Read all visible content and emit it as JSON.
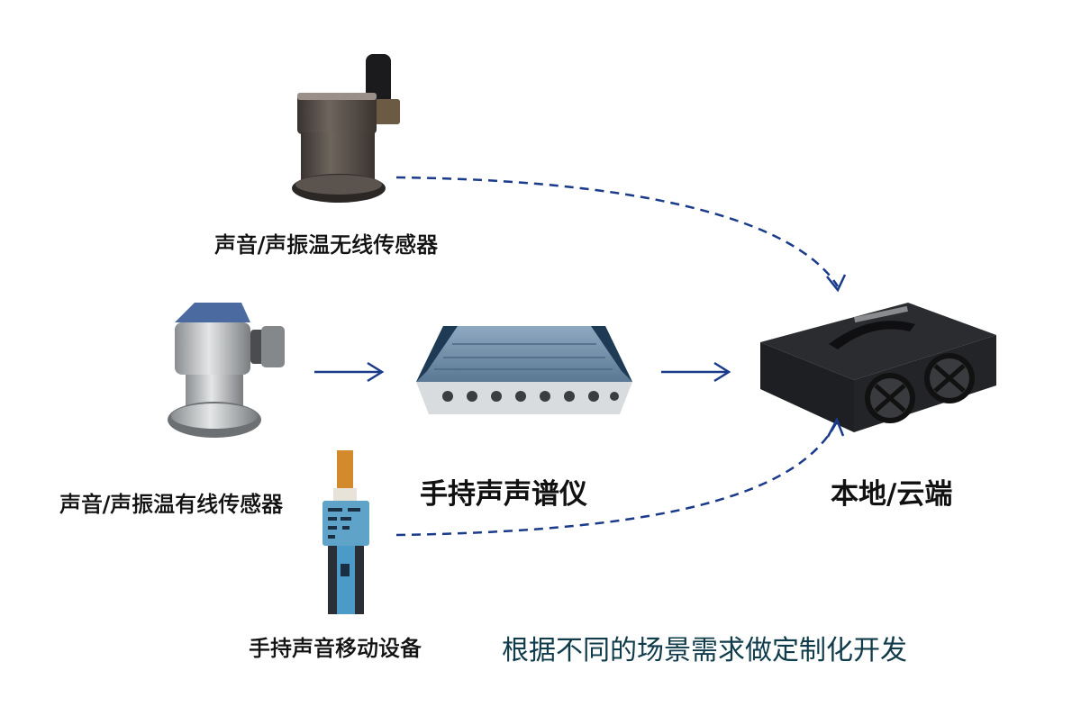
{
  "nodes": {
    "wireless_sensor": {
      "label": "声音/声振温无线传感器",
      "icon": "wireless-sensor-device"
    },
    "wired_sensor": {
      "label": "声音/声振温有线传感器",
      "icon": "wired-sensor-device"
    },
    "handheld_device": {
      "label": "手持声音移动设备",
      "icon": "handheld-mobile-device"
    },
    "spectrum_analyzer": {
      "label": "手持声声谱仪",
      "icon": "spectrum-analyzer-device"
    },
    "local_cloud": {
      "label": "本地/云端",
      "icon": "server-box-device"
    }
  },
  "edges": [
    {
      "from": "wired_sensor",
      "to": "spectrum_analyzer",
      "style": "solid"
    },
    {
      "from": "spectrum_analyzer",
      "to": "local_cloud",
      "style": "solid"
    },
    {
      "from": "wireless_sensor",
      "to": "local_cloud",
      "style": "dashed"
    },
    {
      "from": "handheld_device",
      "to": "local_cloud",
      "style": "dashed"
    }
  ],
  "footer_note": "根据不同的场景需求做定制化开发",
  "colors": {
    "arrow": "#1a3a8a",
    "note_text": "#0f3b4a",
    "label_text": "#111111"
  }
}
